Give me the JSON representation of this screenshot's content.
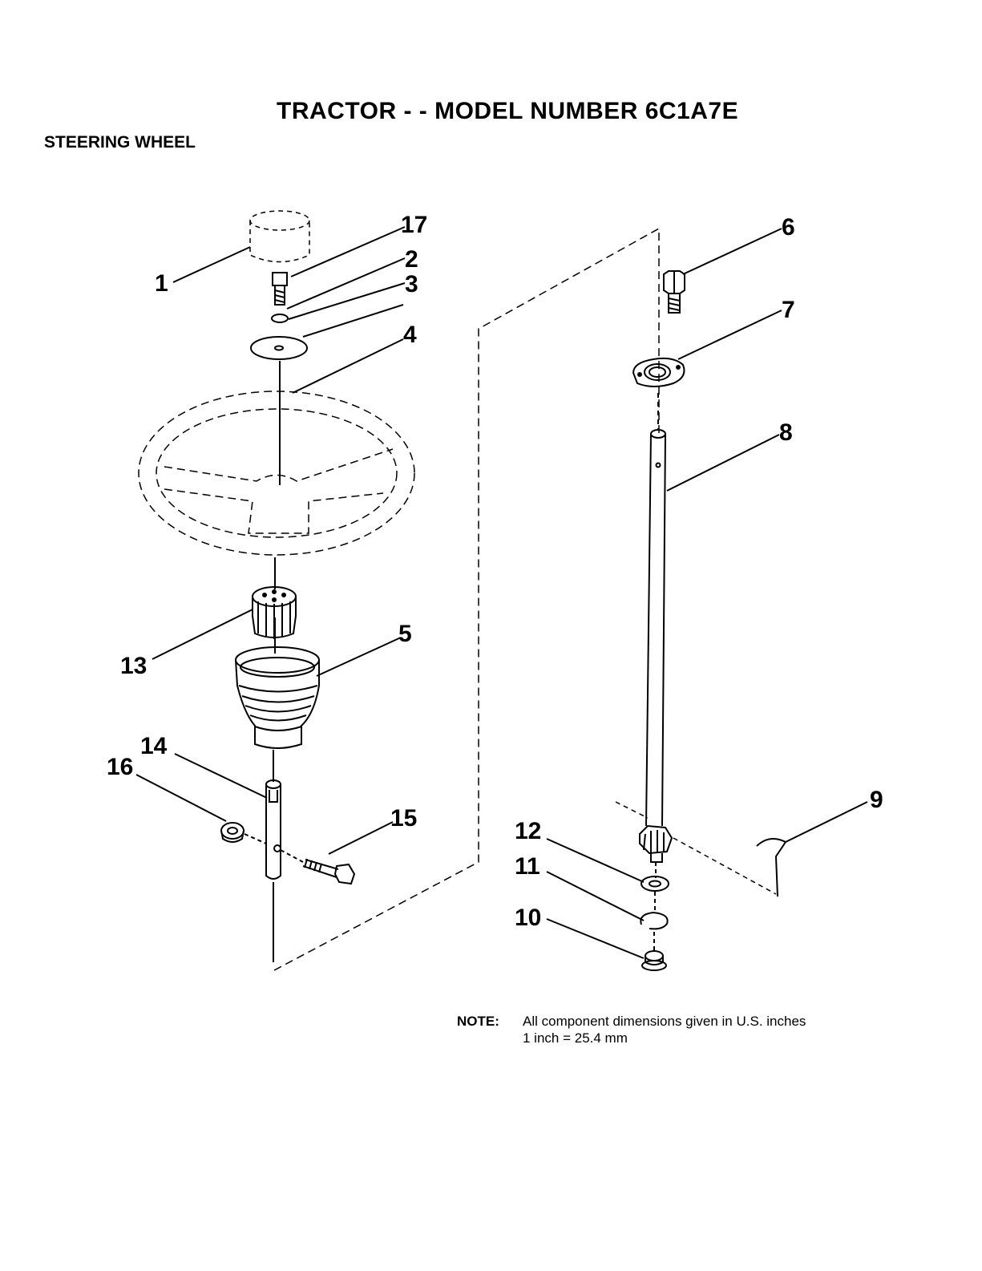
{
  "header": {
    "title": "TRACTOR  - - MODEL NUMBER 6C1A7E",
    "subtitle": "STEERING WHEEL"
  },
  "callouts": {
    "c1": "1",
    "c2": "2",
    "c3": "3",
    "c4": "4",
    "c5": "5",
    "c6": "6",
    "c7": "7",
    "c8": "8",
    "c9": "9",
    "c10": "10",
    "c11": "11",
    "c12": "12",
    "c13": "13",
    "c14": "14",
    "c15": "15",
    "c16": "16",
    "c17": "17"
  },
  "note": {
    "label": "NOTE:",
    "line1": "All component dimensions given in U.S. inches",
    "line2": "1 inch = 25.4 mm"
  }
}
